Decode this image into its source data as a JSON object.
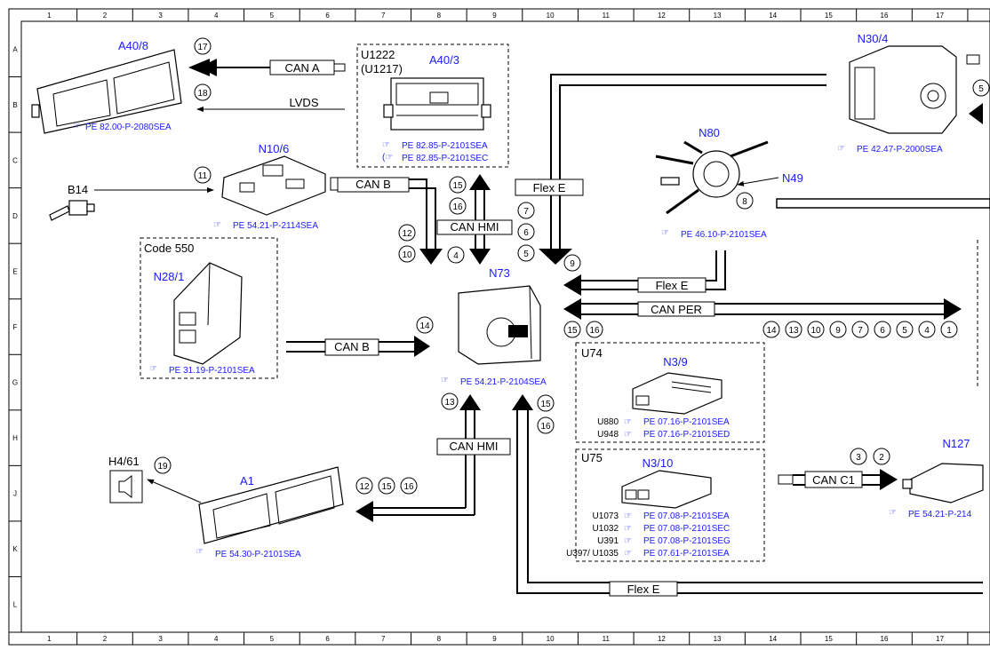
{
  "grid": {
    "cols": [
      "1",
      "2",
      "3",
      "4",
      "5",
      "6",
      "7",
      "8",
      "9",
      "10",
      "11",
      "12",
      "13",
      "14",
      "15",
      "16",
      "17"
    ],
    "rows": [
      "A",
      "B",
      "C",
      "D",
      "E",
      "F",
      "G",
      "H",
      "J",
      "K",
      "L"
    ]
  },
  "components": {
    "a40_8": {
      "name": "A40/8",
      "ref": "PE 82.00-P-2080SEA"
    },
    "u1222": {
      "code": "U1222",
      "code2": "(U1217)",
      "name": "A40/3",
      "ref1": "PE 82.85-P-2101SEA",
      "ref2": "PE 82.85-P-2101SEC"
    },
    "n30_4": {
      "name": "N30/4",
      "ref": "PE 42.47-P-2000SEA"
    },
    "n10_6": {
      "name": "N10/6",
      "ref": "PE 54.21-P-2114SEA"
    },
    "b14": {
      "name": "B14"
    },
    "n80": {
      "name": "N80",
      "ref": "PE 46.10-P-2101SEA"
    },
    "n49": {
      "name": "N49"
    },
    "n28_1": {
      "code": "Code 550",
      "name": "N28/1",
      "ref": "PE 31.19-P-2101SEA"
    },
    "n73": {
      "name": "N73",
      "ref": "PE 54.21-P-2104SEA"
    },
    "u74": {
      "code": "U74",
      "name": "N3/9",
      "rows": [
        {
          "code": "U880",
          "ref": "PE 07.16-P-2101SEA"
        },
        {
          "code": "U948",
          "ref": "PE 07.16-P-2101SED"
        }
      ]
    },
    "u75": {
      "code": "U75",
      "name": "N3/10",
      "rows": [
        {
          "code": "U1073",
          "ref": "PE 07.08-P-2101SEA"
        },
        {
          "code": "U1032",
          "ref": "PE 07.08-P-2101SEC"
        },
        {
          "code": "U391",
          "ref": "PE 07.08-P-2101SEG"
        },
        {
          "code": "U397/ U1035",
          "ref": "PE 07.61-P-2101SEA"
        }
      ]
    },
    "n127": {
      "name": "N127",
      "ref": "PE 54.21-P-214"
    },
    "h4_61": {
      "name": "H4/61"
    },
    "a1": {
      "name": "A1",
      "ref": "PE 54.30-P-2101SEA"
    }
  },
  "buses": {
    "can_a": "CAN A",
    "lvds": "LVDS",
    "can_b_top": "CAN B",
    "can_hmi_top": "CAN HMI",
    "flex_e_top": "Flex E",
    "can_b_mid": "CAN B",
    "flex_e_mid": "Flex E",
    "can_per": "CAN PER",
    "can_hmi_bottom": "CAN HMI",
    "can_c1": "CAN C1",
    "flex_e_bottom": "Flex E"
  },
  "callouts": {
    "c17": "17",
    "c18": "18",
    "c11": "11",
    "c15a": "15",
    "c16a": "16",
    "c7": "7",
    "c6": "6",
    "c5": "5",
    "c12": "12",
    "c10": "10",
    "c4": "4",
    "c9": "9",
    "c8": "8",
    "c14": "14",
    "c15b": "15",
    "c16b": "16",
    "row": [
      "14",
      "13",
      "10",
      "9",
      "7",
      "6",
      "5",
      "4",
      "1"
    ],
    "c13": "13",
    "c15c": "15",
    "c16c": "16",
    "c19": "19",
    "c12b": "12",
    "c15d": "15",
    "c16d": "16",
    "c3": "3",
    "c2": "2",
    "c5edge": "5"
  }
}
